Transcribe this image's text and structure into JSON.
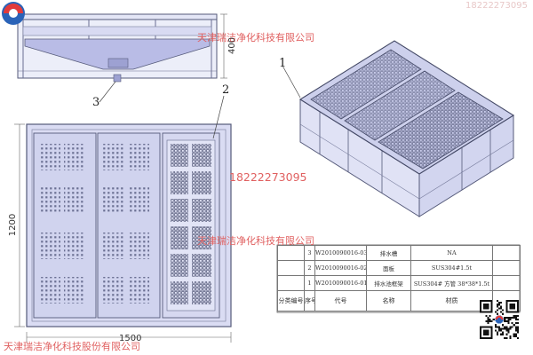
{
  "watermarks": {
    "phone_top": "18222273095",
    "company_1": "天津瑞洁净化科技有限公司",
    "phone_mid": "18222273095",
    "company_2": "天津瑞洁净化科技有限公司",
    "company_3": "天津瑞洁净化科技股份有限公司"
  },
  "dimensions": {
    "height_side": "400",
    "height_front": "1200",
    "width_front": "1500"
  },
  "callouts": {
    "c1": "1",
    "c2": "2",
    "c3": "3"
  },
  "bom": {
    "rows": [
      {
        "qty": "",
        "seq": "3",
        "code": "W2010090016-03",
        "name": "排水槽",
        "material": "NA",
        "extra": ""
      },
      {
        "qty": "",
        "seq": "2",
        "code": "W2010090016-02",
        "name": "面板",
        "material": "SUS304#1.5t",
        "extra": ""
      },
      {
        "qty": "",
        "seq": "1",
        "code": "W2010090016-01",
        "name": "排水池框架",
        "material": "SUS304# 方管 38*38*1.5t",
        "extra": ""
      }
    ],
    "header": {
      "qty": "分类编号",
      "seq": "序号",
      "code": "代号",
      "name": "名称",
      "material": "材质",
      "extra": ""
    }
  },
  "colors": {
    "frame_fill": "#d8daf2",
    "frame_stroke": "#555a7a",
    "panel_fill": "#cfd2ee",
    "hole": "#6a6f92",
    "watermark": "#e06060"
  }
}
